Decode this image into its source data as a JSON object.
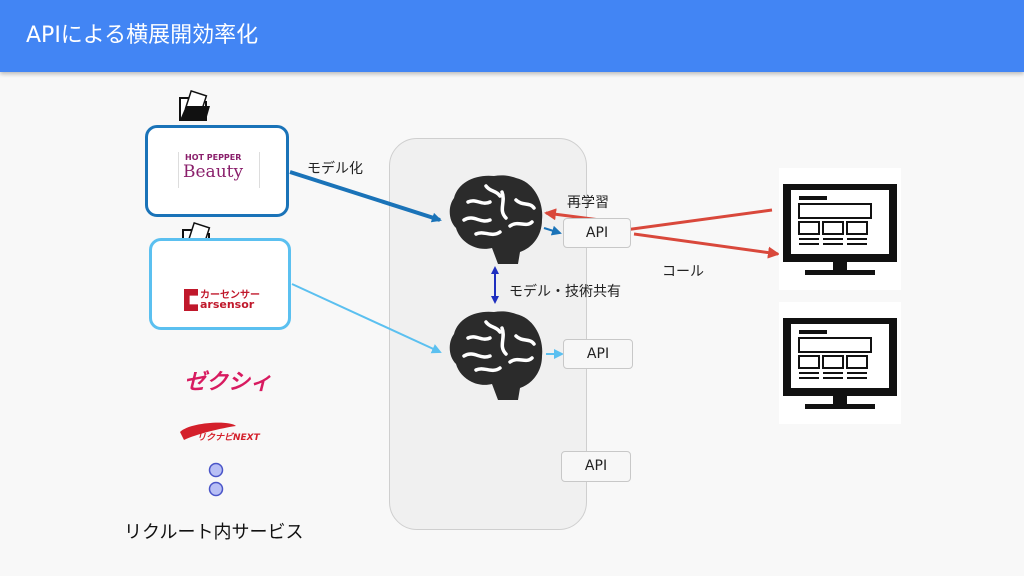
{
  "header": {
    "title": "APIによる横展開効率化"
  },
  "services": {
    "hotpepper": {
      "logo_top": "HOT PEPPER",
      "logo_main": "Beauty"
    },
    "carsensor": {
      "logo_top": "カーセンサー",
      "logo_main": "arsensor"
    },
    "zexy": {
      "logo": "ゼクシィ"
    },
    "rikunabi": {
      "logo": "リクナビNEXT"
    },
    "footer_label": "リクルート内サービス"
  },
  "labels": {
    "modelize": "モデル化",
    "retrain": "再学習",
    "share": "モデル・技術共有",
    "call": "コール"
  },
  "apis": [
    {
      "label": "API"
    },
    {
      "label": "API"
    },
    {
      "label": "API"
    }
  ],
  "colors": {
    "header": "#4285f4",
    "dark_blue": "#1a73b8",
    "light_blue": "#5bc0f0",
    "red": "#d9483b",
    "navy": "#1f2fbf",
    "dot": "#b8bff5"
  },
  "icons": [
    "folder-icon",
    "brain-icon",
    "monitor-icon"
  ]
}
